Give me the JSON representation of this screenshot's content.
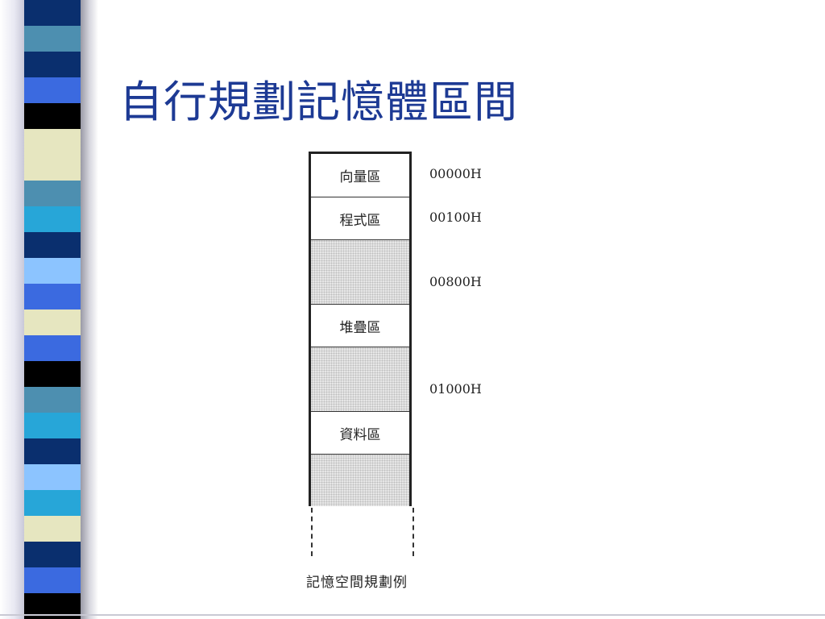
{
  "slide": {
    "title": "自行規劃記憶體區間",
    "caption": "記憶空間規劃例"
  },
  "memory_map": {
    "segments": [
      {
        "label": "向量區",
        "shaded": false
      },
      {
        "label": "程式區",
        "shaded": false
      },
      {
        "label": "",
        "shaded": true
      },
      {
        "label": "堆疊區",
        "shaded": false
      },
      {
        "label": "",
        "shaded": true
      },
      {
        "label": "資料區",
        "shaded": false
      },
      {
        "label": "",
        "shaded": true
      }
    ],
    "addresses": [
      "00000H",
      "00100H",
      "00800H",
      "01000H"
    ]
  },
  "colors": {
    "title": "#1d3a94",
    "stripes": [
      "#0a2f6e",
      "#4d8fb0",
      "#0a2f6e",
      "#3b6ae0",
      "#000000",
      "#e6e6c0",
      "#e6e6c0",
      "#4d8fb0",
      "#27a6d8",
      "#0a2f6e",
      "#8cc4ff",
      "#3b6ae0",
      "#e6e6c0",
      "#3b6ae0",
      "#000000",
      "#4d8fb0",
      "#27a6d8",
      "#0a2f6e",
      "#8cc4ff",
      "#27a6d8",
      "#e6e6c0",
      "#0a2f6e",
      "#3b6ae0",
      "#000000"
    ]
  }
}
